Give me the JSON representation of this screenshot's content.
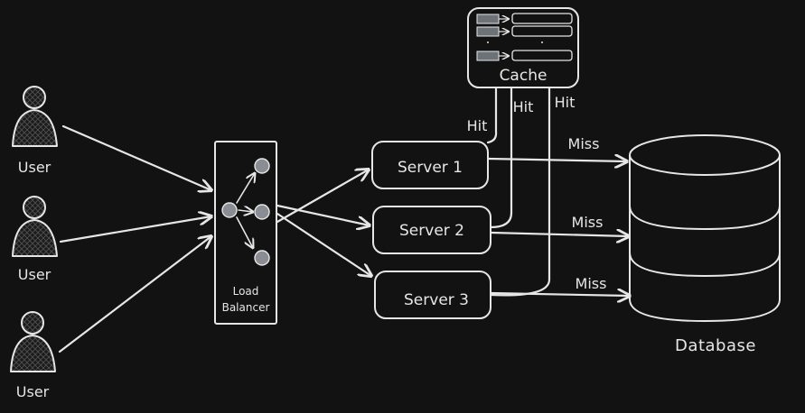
{
  "colors": {
    "background": "#121212",
    "stroke": "#e6e6e6",
    "node_fill": "#8a8d93",
    "cache_slot_fill": "#6d7279",
    "hatch": "#3a3a3a"
  },
  "users": [
    {
      "label": "User"
    },
    {
      "label": "User"
    },
    {
      "label": "User"
    }
  ],
  "load_balancer": {
    "label_line1": "Load",
    "label_line2": "Balancer",
    "icon": "network-fanout-icon"
  },
  "servers": [
    {
      "label": "Server 1"
    },
    {
      "label": "Server 2"
    },
    {
      "label": "Server 3"
    }
  ],
  "cache": {
    "label": "Cache",
    "hit_labels": [
      "Hit",
      "Hit",
      "Hit"
    ]
  },
  "database": {
    "label": "Database",
    "miss_labels": [
      "Miss",
      "Miss",
      "Miss"
    ]
  }
}
